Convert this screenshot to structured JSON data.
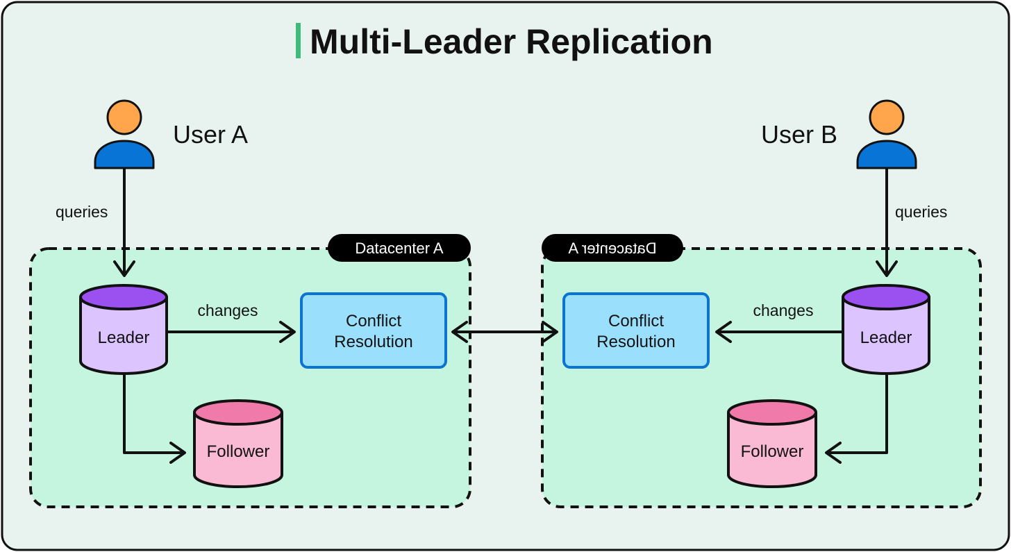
{
  "title": "Multi-Leader Replication",
  "users": {
    "a": {
      "label": "User A"
    },
    "b": {
      "label": "User B"
    }
  },
  "edges": {
    "queries_a": "queries",
    "queries_b": "queries",
    "changes_a": "changes",
    "changes_b": "changes"
  },
  "datacenters": {
    "a": {
      "label": "Datacenter A"
    },
    "b": {
      "label": "Datacenter A",
      "mirrored": true
    }
  },
  "nodes": {
    "leader_a": "Leader",
    "follower_a": "Follower",
    "conflict_a": [
      "Conflict",
      "Resolution"
    ],
    "leader_b": "Leader",
    "follower_b": "Follower",
    "conflict_b": [
      "Conflict",
      "Resolution"
    ]
  },
  "colors": {
    "background": "#e8f3ef",
    "datacenter_fill": "#c6f5df",
    "title_accent": "#3dbb7a",
    "user_head": "#ffa64d",
    "user_body": "#0874d6",
    "leader_top": "#9b51f0",
    "leader_body": "#dcc4ff",
    "follower_top": "#f07aaa",
    "follower_body": "#fbbad4",
    "conflict_fill": "#9ae0fd",
    "conflict_border": "#0a74d0"
  }
}
